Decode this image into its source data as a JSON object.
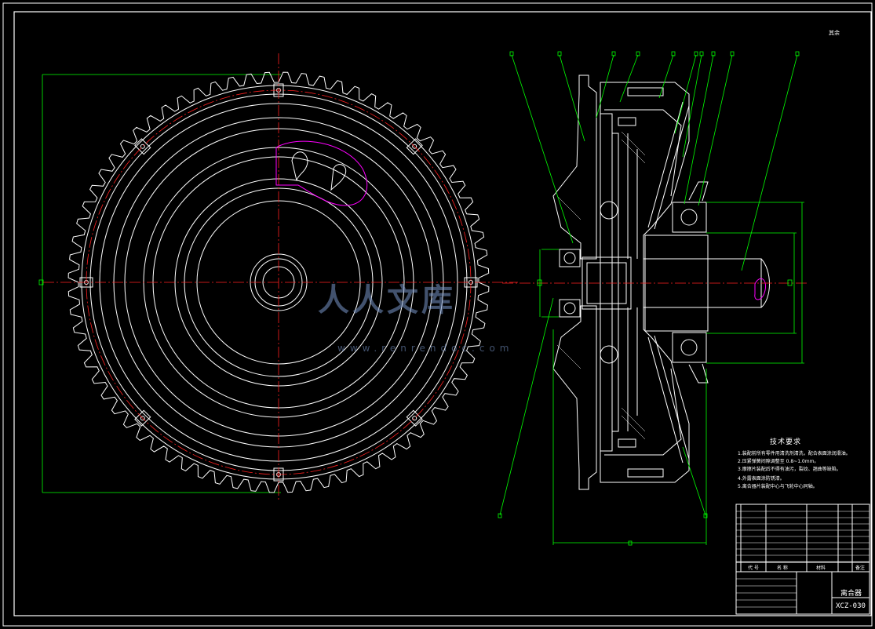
{
  "drawing": {
    "title": "离合器",
    "drawing_number": "XCZ-030",
    "corner_mark": "其余",
    "technical_requirements": {
      "heading": "技术要求",
      "items": [
        "1.装配前所有零件用清洗剂清洗，配合表面涂润滑油。",
        "2.压紧弹簧间隙调整至 0.8~1.0mm。",
        "3.摩擦片装配后不得有油污，裂纹、翘曲等缺陷。",
        "4.外露表面涂防锈漆。",
        "5.离合器片装配中心与飞轮中心同轴。"
      ]
    },
    "title_block": {
      "col_code": "代 号",
      "col_name": "名 称",
      "col_material": "材料",
      "col_remark": "备注"
    },
    "watermark": {
      "logo_text": "人人文库",
      "url": "www.renrendoc.com"
    }
  },
  "colors": {
    "background": "#000000",
    "outline": "#ffffff",
    "centerline": "#ff2020",
    "dimension": "#00ff00",
    "annotation": "#ff00ff"
  }
}
